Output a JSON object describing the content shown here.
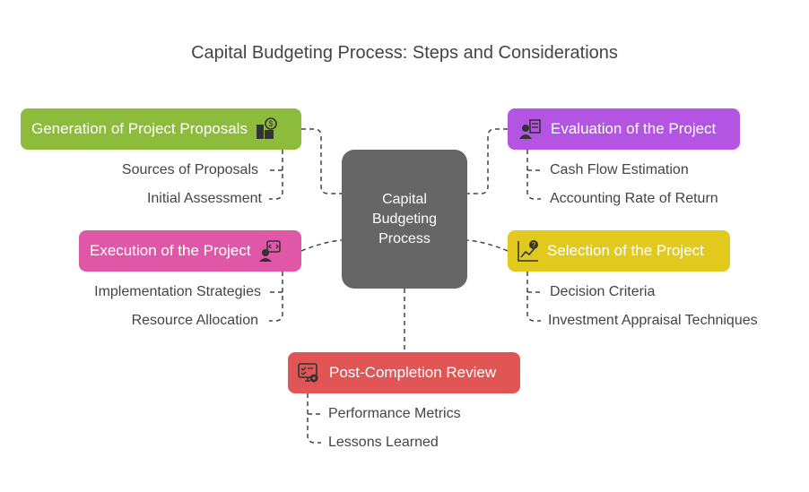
{
  "title": "Capital Budgeting Process: Steps and Considerations",
  "center": {
    "line1": "Capital",
    "line2": "Budgeting",
    "line3": "Process"
  },
  "steps": [
    {
      "label": "Generation of Project Proposals",
      "icon": "building-dollar-icon",
      "color": "#8DBB3C",
      "items": [
        "Sources of Proposals",
        "Initial Assessment"
      ]
    },
    {
      "label": "Evaluation of the Project",
      "icon": "person-checklist-icon",
      "color": "#B355E2",
      "items": [
        "Cash Flow Estimation",
        "Accounting Rate of Return"
      ]
    },
    {
      "label": "Execution of the Project",
      "icon": "developer-code-icon",
      "color": "#E057A8",
      "items": [
        "Implementation Strategies",
        "Resource Allocation"
      ]
    },
    {
      "label": "Selection of the Project",
      "icon": "chart-question-icon",
      "color": "#E2C91E",
      "items": [
        "Decision Criteria",
        "Investment Appraisal Techniques"
      ]
    },
    {
      "label": "Post-Completion Review",
      "icon": "monitor-gear-icon",
      "color": "#E25555",
      "items": [
        "Performance Metrics",
        "Lessons Learned"
      ]
    }
  ]
}
